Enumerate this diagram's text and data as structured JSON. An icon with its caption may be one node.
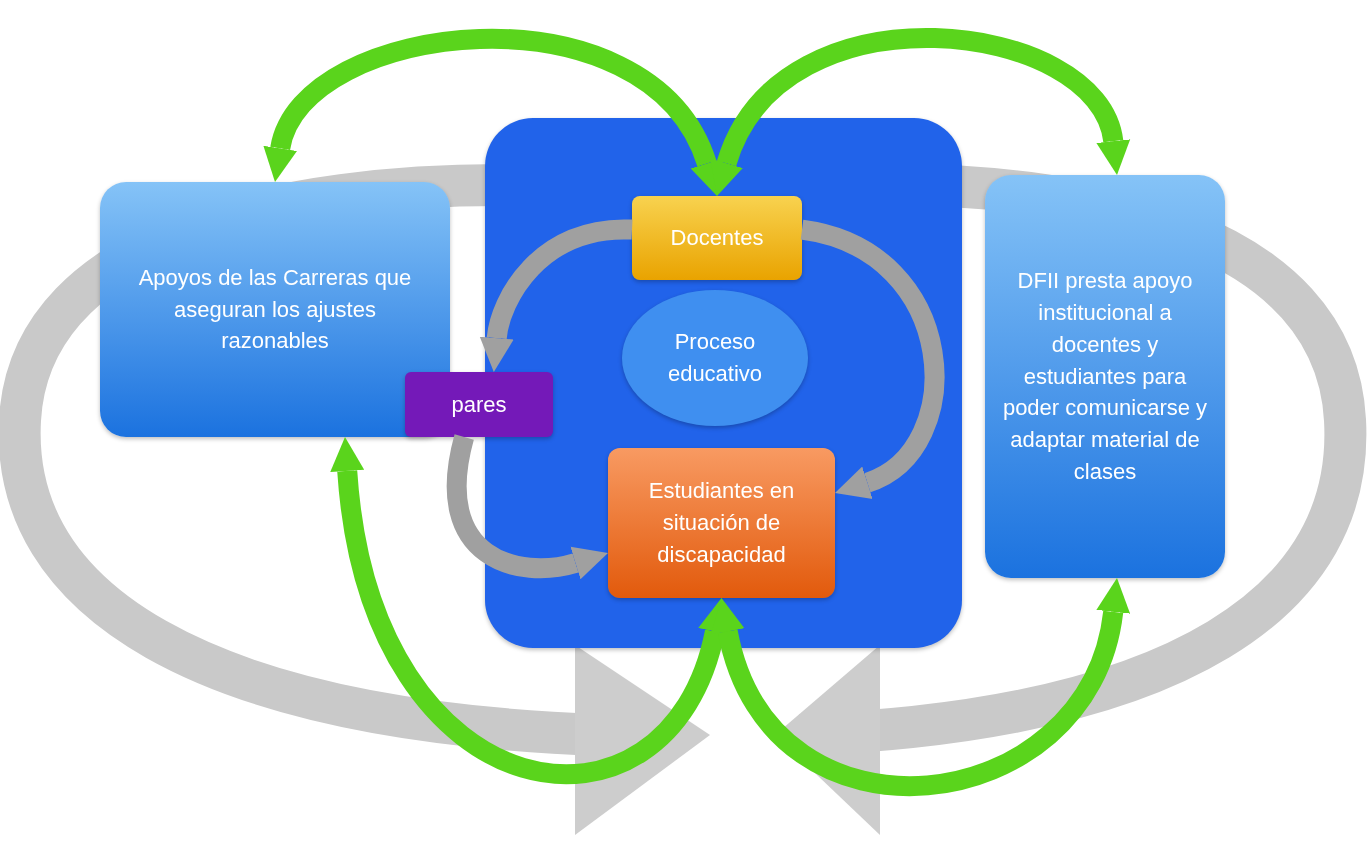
{
  "diagram": {
    "nodes": [
      {
        "text": [
          "Apoyos de las Carreras que aseguran los ajustes razonables"
        ]
      },
      {
        "text": [],
        "shape": "box"
      },
      {
        "text": [
          "Docentes"
        ],
        "in": 1
      },
      {
        "text": [
          "Proceso educativo"
        ],
        "in": 1
      },
      {
        "text": [
          "pares"
        ]
      },
      {
        "text": [
          "Estudiantes en situación de discapacidad"
        ],
        "in": 1
      },
      {
        "text": [
          "DFII presta apoyo institucional a docentes y estudiantes para poder comunicarse y adaptar material de clases"
        ]
      }
    ],
    "edges": [
      {
        "from": 0,
        "to": 2,
        "arrow": "both",
        "color": "#5ad41c"
      },
      {
        "from": 2,
        "to": 6,
        "arrow": "both",
        "color": "#5ad41c"
      },
      {
        "from": 0,
        "to": 5,
        "arrow": "both",
        "color": "#5ad41c"
      },
      {
        "from": 5,
        "to": 6,
        "arrow": "both",
        "color": "#5ad41c"
      },
      {
        "from": 2,
        "to": 4,
        "arrow": "to",
        "color": "#a0a0a0"
      },
      {
        "from": 2,
        "to": 5,
        "arrow": "to",
        "color": "#a0a0a0"
      },
      {
        "from": 4,
        "to": 5,
        "arrow": "to",
        "color": "#a0a0a0"
      }
    ]
  }
}
